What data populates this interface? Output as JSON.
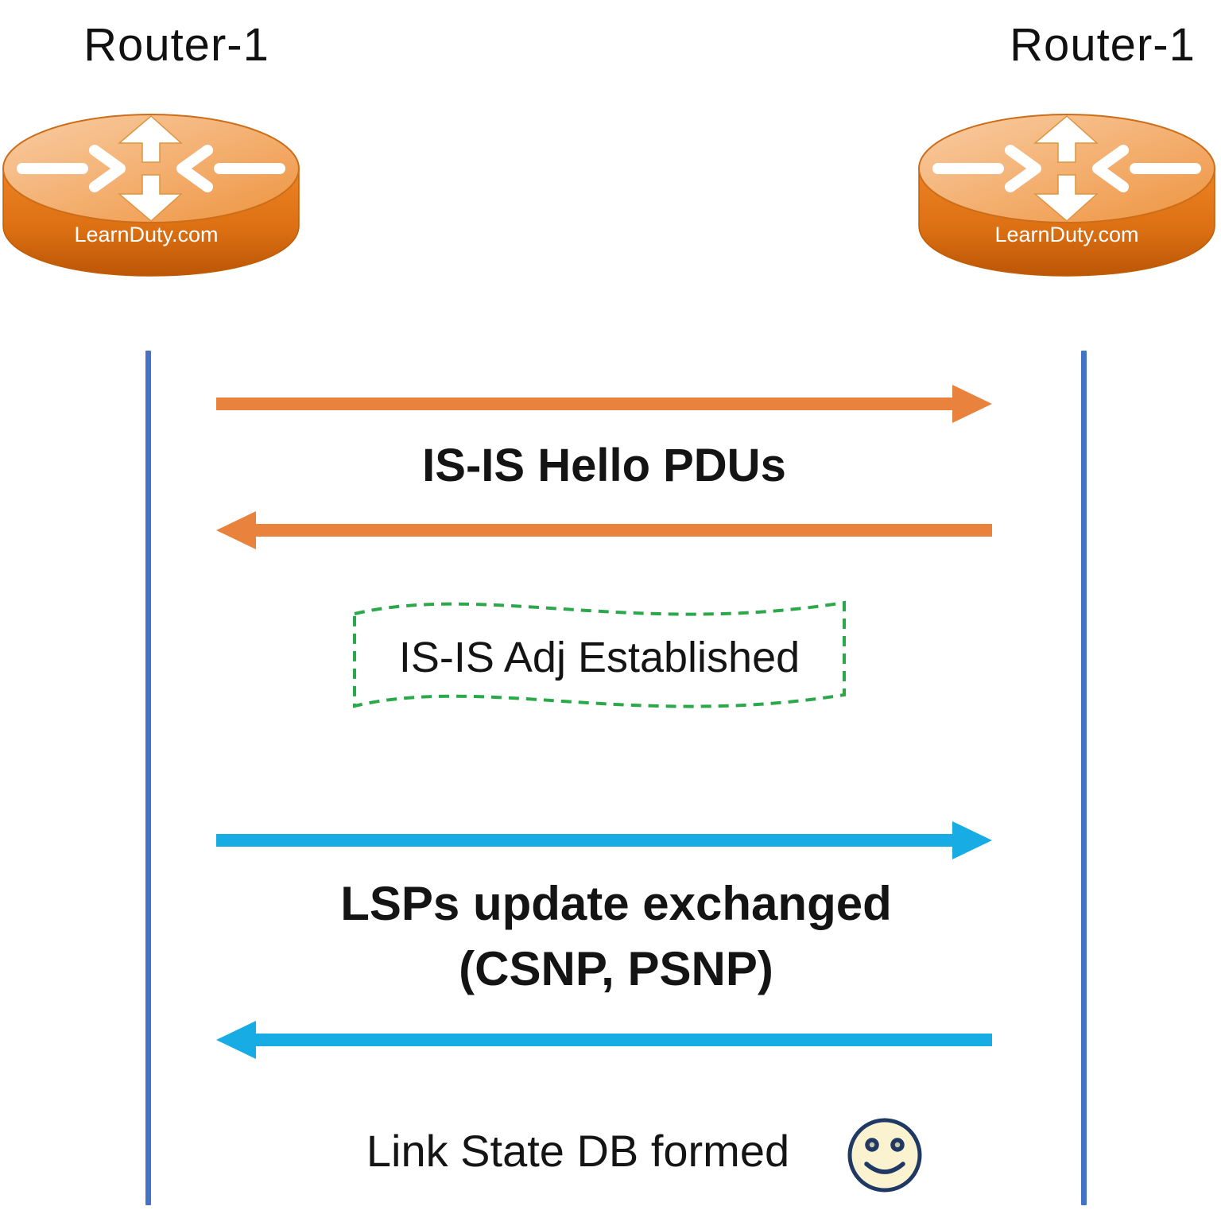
{
  "diagram": {
    "left_router": {
      "title": "Router-1",
      "brand": "LearnDuty.com"
    },
    "right_router": {
      "title": "Router-1",
      "brand": "LearnDuty.com"
    },
    "hello": {
      "label": "IS-IS Hello PDUs"
    },
    "adjacency": {
      "label": "IS-IS Adj Established"
    },
    "lsp": {
      "line1": "LSPs update exchanged",
      "line2": "(CSNP, PSNP)"
    },
    "db": {
      "label": "Link State DB formed"
    }
  },
  "icons": {
    "router": "cisco-style router cylinder with crossing arrows",
    "smiley": "smiley face"
  },
  "colors": {
    "hello_arrow_orange": "#E8823C",
    "lsp_arrow_blue": "#18ACE4",
    "lifeline_blue": "#4472C4",
    "adjacency_green": "#2BA84A",
    "router_orange": "#DD6E12",
    "smiley_fill": "#FBF3D0",
    "smiley_outline": "#1F3864",
    "label_text": "#141414"
  }
}
